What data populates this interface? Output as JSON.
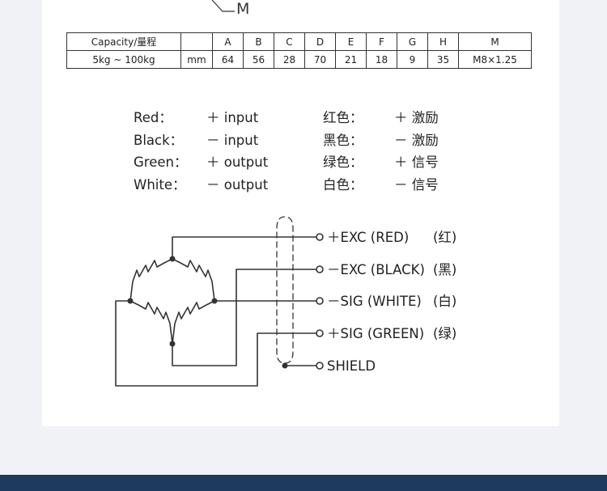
{
  "dimension_label": "M",
  "spec_table": {
    "headers": [
      "Capacity/量程",
      "",
      "A",
      "B",
      "C",
      "D",
      "E",
      "F",
      "G",
      "H",
      "M"
    ],
    "row": [
      "5kg ~ 100kg",
      "mm",
      "64",
      "56",
      "28",
      "70",
      "21",
      "18",
      "9",
      "35",
      "M8×1.25"
    ]
  },
  "wire_colors": [
    {
      "color_en": "Red：",
      "func_en": "＋ input",
      "color_cn": "红色：",
      "func_cn": "＋ 激励"
    },
    {
      "color_en": "Black：",
      "func_en": "－ input",
      "color_cn": "黑色：",
      "func_cn": "－ 激励"
    },
    {
      "color_en": "Green：",
      "func_en": "＋ output",
      "color_cn": "绿色：",
      "func_cn": "＋ 信号"
    },
    {
      "color_en": "White：",
      "func_en": "－ output",
      "color_cn": "白色：",
      "func_cn": "－ 信号"
    }
  ],
  "terminals": [
    {
      "label": "＋EXC (RED)",
      "cn": "(红)"
    },
    {
      "label": "－EXC (BLACK)",
      "cn": "(黑)"
    },
    {
      "label": "－SIG (WHITE)",
      "cn": "(白)"
    },
    {
      "label": "＋SIG (GREEN)",
      "cn": "(绿)"
    },
    {
      "label": "SHIELD",
      "cn": ""
    }
  ],
  "colors": {
    "footer": "#1e3a5f",
    "background": "#f0f2f6",
    "line": "#333333"
  }
}
